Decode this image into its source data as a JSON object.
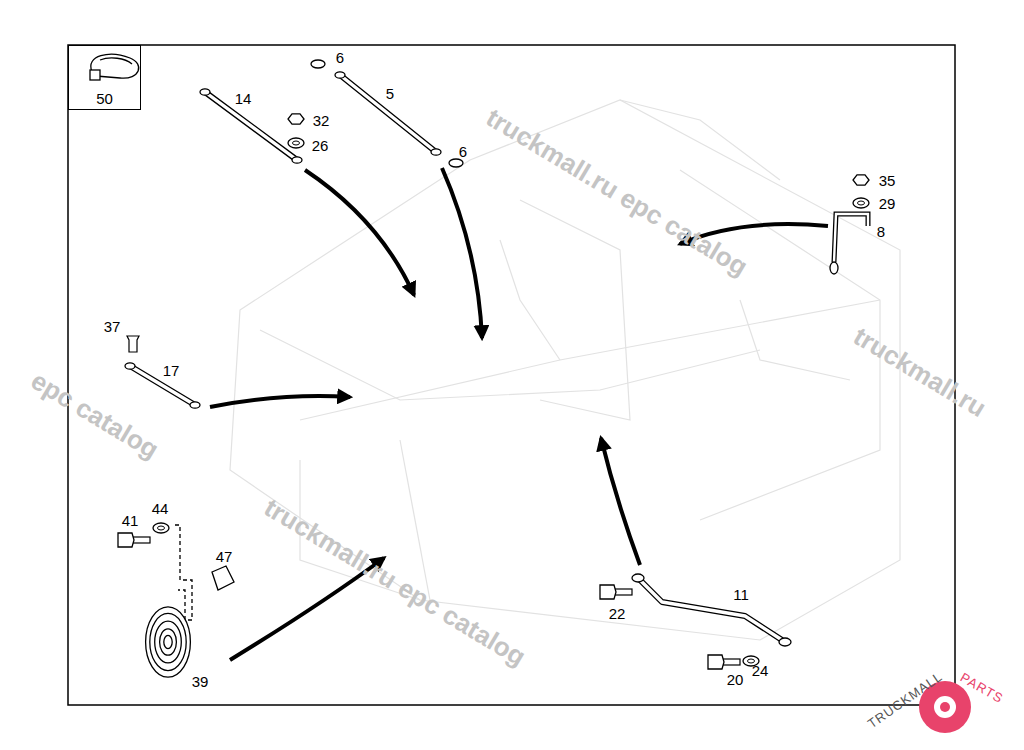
{
  "diagram": {
    "nodes": [
      {
        "text": [
          "50"
        ]
      }
    ],
    "labels": [
      "14",
      "6",
      "5",
      "6",
      "32",
      "26",
      "35",
      "29",
      "8",
      "37",
      "17",
      "41",
      "44",
      "47",
      "39",
      "22",
      "11",
      "20",
      "24",
      "truckmall.ru epc catalog",
      "truckmall.ru epc catalog",
      "truckmall.ru",
      "epc catalog",
      "TRUCKMALL",
      "PARTS"
    ]
  }
}
